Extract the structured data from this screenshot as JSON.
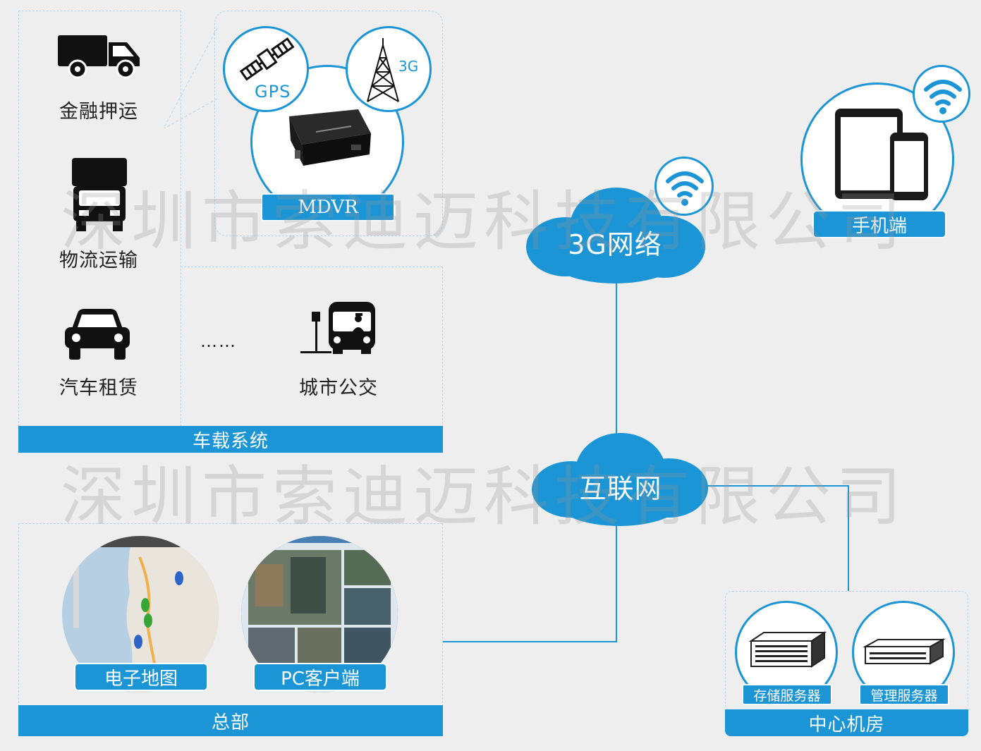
{
  "watermark": "深圳市索迪迈科技有限公司",
  "vehicle_panel": {
    "bar_label": "车载系统",
    "items": [
      {
        "label": "金融押运",
        "icon": "van-icon"
      },
      {
        "label": "物流运输",
        "icon": "truck-icon"
      },
      {
        "label": "汽车租赁",
        "icon": "car-icon"
      },
      {
        "label": "城市公交",
        "icon": "bus-icon"
      }
    ],
    "ellipsis": "……"
  },
  "mdvr_panel": {
    "gps_label": "GPS",
    "tower_label": "3G",
    "device_label": "MDVR"
  },
  "hq_panel": {
    "bar_label": "总部",
    "map_label": "电子地图",
    "pc_label": "PC客户端"
  },
  "network": {
    "cloud_3g": "3G网络",
    "cloud_internet": "互联网"
  },
  "mobile": {
    "label": "手机端"
  },
  "center": {
    "bar_label": "中心机房",
    "storage_label": "存储服务器",
    "management_label": "管理服务器"
  },
  "colors": {
    "accent": "#1b95d6",
    "background": "#eeeeef"
  }
}
